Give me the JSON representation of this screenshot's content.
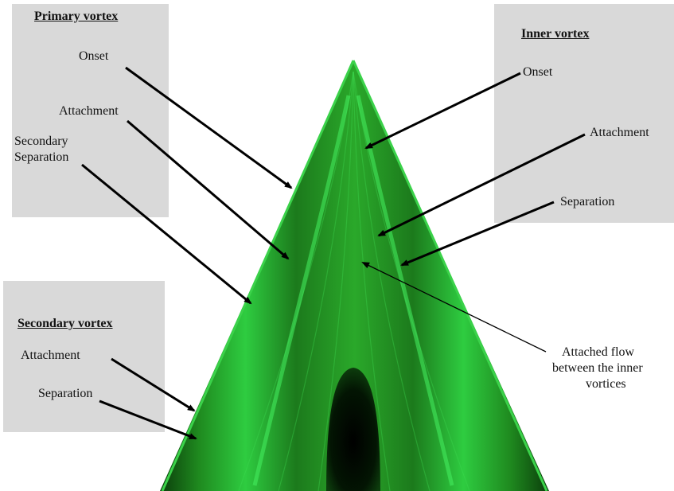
{
  "primary": {
    "heading": "Primary vortex",
    "onset": "Onset",
    "attachment": "Attachment",
    "secondary_separation_line1": "Secondary",
    "secondary_separation_line2": "Separation"
  },
  "inner": {
    "heading": "Inner vortex",
    "onset": "Onset",
    "attachment": "Attachment",
    "separation": "Separation"
  },
  "secondary": {
    "heading": "Secondary vortex",
    "attachment": "Attachment",
    "separation": "Separation"
  },
  "attached_flow": {
    "line1": "Attached flow",
    "line2": "between the inner",
    "line3": "vortices"
  },
  "colors": {
    "panel": "#d9d9d9",
    "flow_green": "#2ecc40",
    "dark_green": "#0a3a0a",
    "arrow": "#000000"
  }
}
